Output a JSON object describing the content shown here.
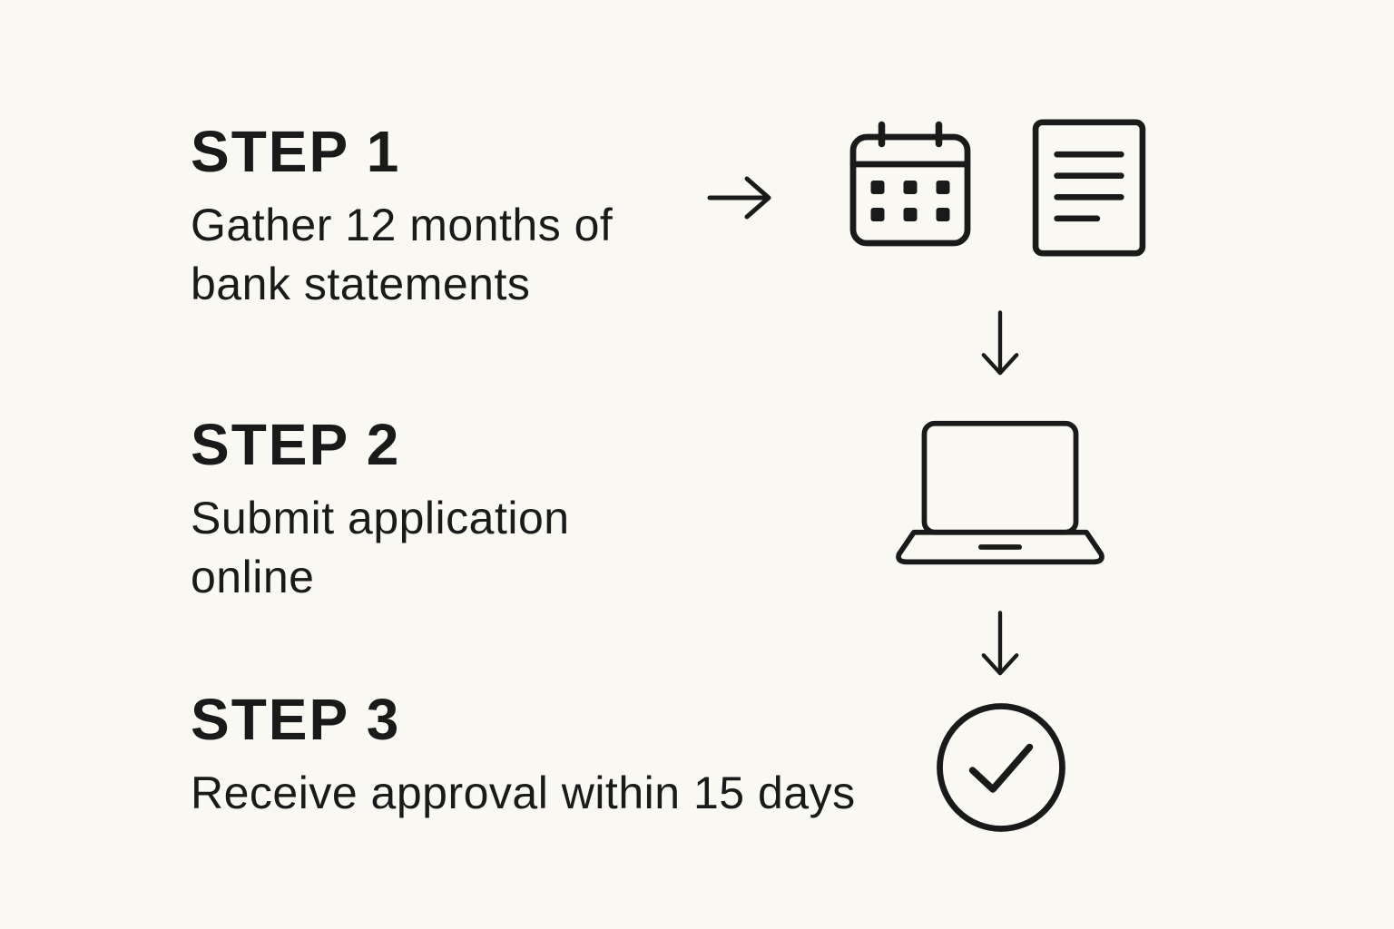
{
  "page": {
    "background_color": "#FAF8F2",
    "text_color": "#1A1A1A"
  },
  "steps": [
    {
      "label": "STEP 1",
      "description": "Gather 12 months of\nbank statements",
      "icons": [
        "right-arrow-icon",
        "calendar-icon",
        "document-icon"
      ]
    },
    {
      "label": "STEP 2",
      "description": "Submit application\nonline",
      "icons": [
        "down-arrow-icon",
        "laptop-icon"
      ]
    },
    {
      "label": "STEP 3",
      "description": "Receive approval within 15 days",
      "icons": [
        "down-arrow-icon",
        "check-circle-icon"
      ]
    }
  ]
}
